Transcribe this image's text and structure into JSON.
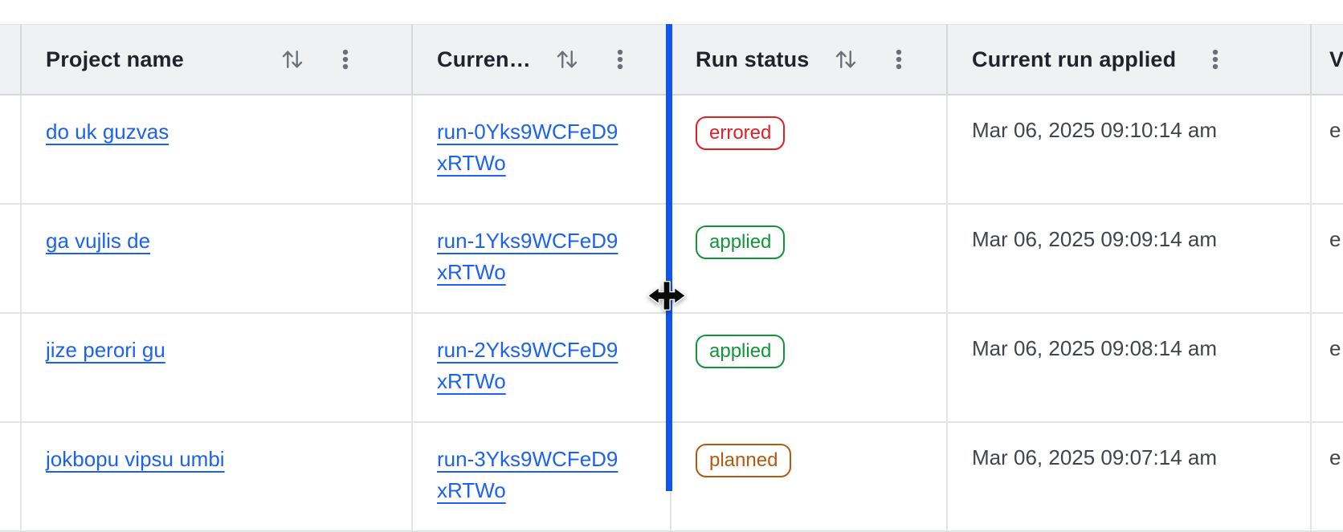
{
  "table": {
    "header": {
      "project": {
        "label": "Project name"
      },
      "current_run": {
        "label": "Curren…"
      },
      "run_status": {
        "label": "Run status"
      },
      "current_run_applied": {
        "label": "Current run applied"
      },
      "last": {
        "label": "V"
      }
    },
    "rows": [
      {
        "project": "do uk guzvas",
        "run_id": "run-0Yks9WCFeD9xRTWo",
        "status": "errored",
        "applied": "Mar 06, 2025 09:10:14 am",
        "extra": "e"
      },
      {
        "project": "ga vujlis de",
        "run_id": "run-1Yks9WCFeD9xRTWo",
        "status": "applied",
        "applied": "Mar 06, 2025 09:09:14 am",
        "extra": "e"
      },
      {
        "project": "jize perori gu",
        "run_id": "run-2Yks9WCFeD9xRTWo",
        "status": "applied",
        "applied": "Mar 06, 2025 09:08:14 am",
        "extra": "e"
      },
      {
        "project": "jokbopu vipsu umbi",
        "run_id": "run-3Yks9WCFeD9xRTWo",
        "status": "planned",
        "applied": "Mar 06, 2025 09:07:14 am",
        "extra": "e"
      }
    ]
  },
  "icons": {
    "sort": "arrows-up-down",
    "menu": "vertical-kebab",
    "resize": "column-resize-cursor"
  },
  "colors": {
    "accent": "#0f55f0",
    "link": "#1c62f0",
    "red": "#e12025",
    "green": "#13953a",
    "orange": "#b45a10",
    "header-text": "#1f232b",
    "body-text": "#40444c",
    "header-bg": "#f0f1f3",
    "border-strong": "#d6d8dc",
    "border-light": "#e2e4e7",
    "icon": "#6b7078"
  }
}
